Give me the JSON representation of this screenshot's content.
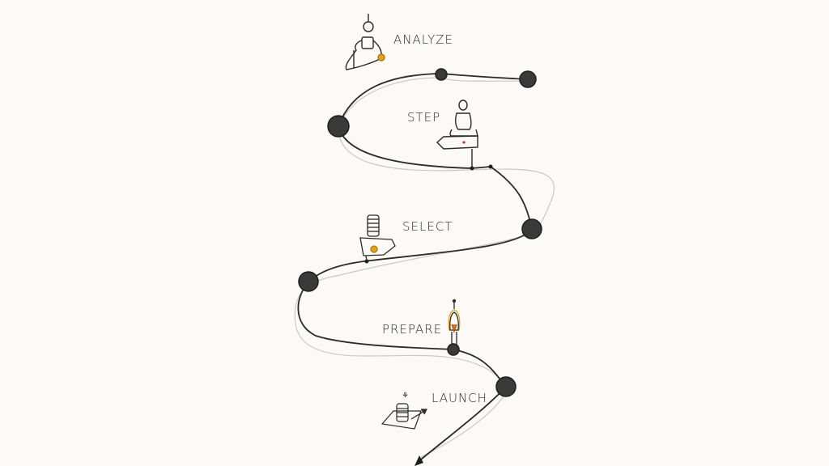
{
  "diagram": {
    "type": "hand-drawn winding path roadmap",
    "background": "#fbfaf6",
    "ink_color": "#2a2a2a",
    "accent_color": "#e3a21a",
    "steps": [
      {
        "label": "ANALYZE",
        "icon": "robot-with-orange-button-icon"
      },
      {
        "label": "STEP",
        "icon": "person-at-laptop-icon"
      },
      {
        "label": "SELECT",
        "icon": "stacked-coins-on-boat-icon"
      },
      {
        "label": "PREPARE",
        "icon": "rocket-icon"
      },
      {
        "label": "LAUNCH",
        "icon": "coin-stack-on-platform-icon"
      }
    ]
  }
}
